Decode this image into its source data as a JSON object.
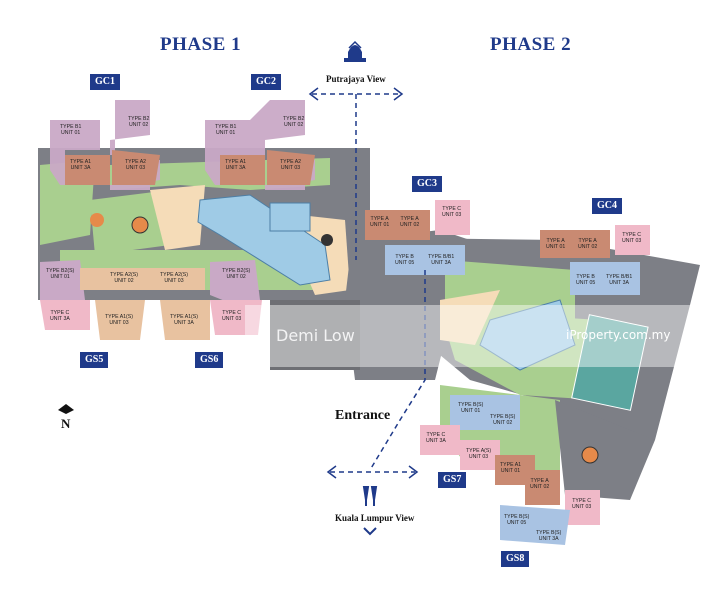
{
  "phases": {
    "p1": "PHASE 1",
    "p2": "PHASE 2"
  },
  "blocks": {
    "gc1": "GC1",
    "gc2": "GC2",
    "gc3": "GC3",
    "gc4": "GC4",
    "gs5": "GS5",
    "gs6": "GS6",
    "gs7": "GS7",
    "gs8": "GS8"
  },
  "views": {
    "putrajaya": "Putrajaya View",
    "kl": "Kuala Lumpur View"
  },
  "entrance": "Entrance",
  "north": "N",
  "watermark": {
    "name": "Demi Low",
    "brand": "iProperty.com.my"
  },
  "colors": {
    "road": "#7d7f86",
    "grass": "#a9cf8f",
    "water": "#9fcbe6",
    "sand": "#f5dcb8",
    "mauve": "#c9a9c6",
    "brown": "#c98a72",
    "tan": "#e8c2a0",
    "pink": "#f0b9c8",
    "blue": "#a9c3e3",
    "navy": "#1f3a8a"
  },
  "units": [
    {
      "id": "u1",
      "text": "TYPE B1\nUNIT 01"
    },
    {
      "id": "u2",
      "text": "TYPE B2\nUNIT 02"
    },
    {
      "id": "u3",
      "text": "TYPE A1\nUNIT 3A"
    },
    {
      "id": "u4",
      "text": "TYPE A2\nUNIT 03"
    },
    {
      "id": "u5",
      "text": "TYPE B1\nUNIT 01"
    },
    {
      "id": "u6",
      "text": "TYPE B2\nUNIT 02"
    },
    {
      "id": "u7",
      "text": "TYPE A1\nUNIT 3A"
    },
    {
      "id": "u8",
      "text": "TYPE A2\nUNIT 03"
    },
    {
      "id": "u9",
      "text": "TYPE B2(S)\nUNIT 01"
    },
    {
      "id": "u10",
      "text": "TYPE A2(S)\nUNIT 02"
    },
    {
      "id": "u11",
      "text": "TYPE A2(S)\nUNIT 03"
    },
    {
      "id": "u12",
      "text": "TYPE B2(S)\nUNIT 02"
    },
    {
      "id": "u13",
      "text": "TYPE C\nUNIT 3A"
    },
    {
      "id": "u14",
      "text": "TYPE A1(S)\nUNIT 03"
    },
    {
      "id": "u15",
      "text": "TYPE A1(S)\nUNIT 3A"
    },
    {
      "id": "u16",
      "text": "TYPE C\nUNIT 03"
    },
    {
      "id": "u17",
      "text": "TYPE A\nUNIT 01"
    },
    {
      "id": "u18",
      "text": "TYPE A\nUNIT 02"
    },
    {
      "id": "u19",
      "text": "TYPE C\nUNIT 03"
    },
    {
      "id": "u20",
      "text": "TYPE B\nUNIT 05"
    },
    {
      "id": "u21",
      "text": "TYPE B/B1\nUNIT 3A"
    },
    {
      "id": "u22",
      "text": "TYPE A\nUNIT 01"
    },
    {
      "id": "u23",
      "text": "TYPE A\nUNIT 02"
    },
    {
      "id": "u24",
      "text": "TYPE C\nUNIT 03"
    },
    {
      "id": "u25",
      "text": "TYPE B\nUNIT 05"
    },
    {
      "id": "u26",
      "text": "TYPE B/B1\nUNIT 3A"
    },
    {
      "id": "u27",
      "text": "TYPE B(S)\nUNIT 01"
    },
    {
      "id": "u28",
      "text": "TYPE B(S)\nUNIT 02"
    },
    {
      "id": "u29",
      "text": "TYPE C\nUNIT 3A"
    },
    {
      "id": "u30",
      "text": "TYPE A(S)\nUNIT 03"
    },
    {
      "id": "u31",
      "text": "TYPE A1\nUNIT 01"
    },
    {
      "id": "u32",
      "text": "TYPE A\nUNIT 02"
    },
    {
      "id": "u33",
      "text": "TYPE C\nUNIT 03"
    },
    {
      "id": "u34",
      "text": "TYPE B(S)\nUNIT 05"
    },
    {
      "id": "u35",
      "text": "TYPE B(S)\nUNIT 3A"
    }
  ]
}
